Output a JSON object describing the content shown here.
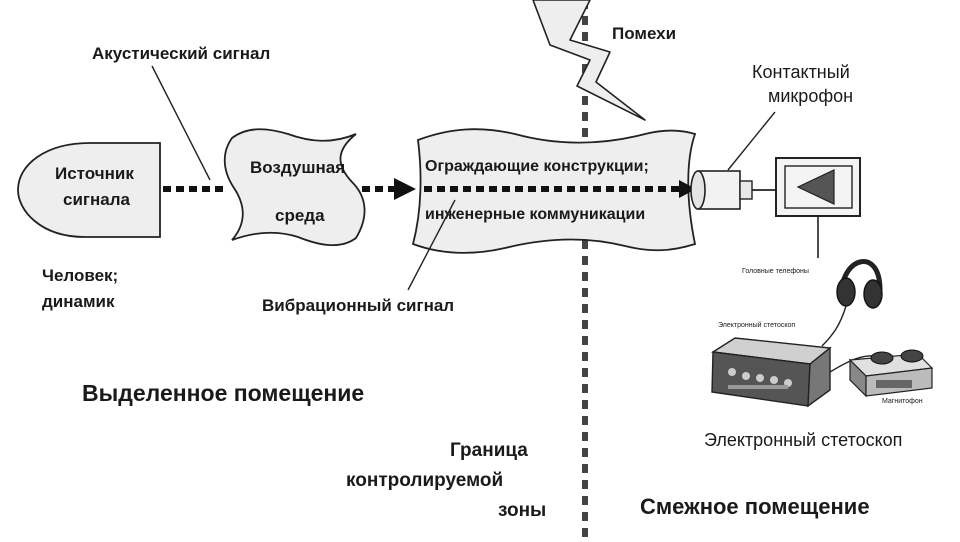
{
  "labels": {
    "acoustic_signal": "Акустический сигнал",
    "interference": "Помехи",
    "contact_mic_1": "Контактный",
    "contact_mic_2": "микрофон",
    "source_1": "Источник",
    "source_2": "сигнала",
    "air_1": "Воздушная",
    "air_2": "среда",
    "structures_1": "Ограждающие конструкции;",
    "structures_2": "инженерные коммуникации",
    "human_1": "Человек;",
    "human_2": "динамик",
    "vibration_signal": "Вибрационный сигнал",
    "headphones": "Головные телефоны",
    "stethoscope_unit": "Электронный стетоскоп",
    "recorder": "Магнитофон",
    "stethoscope_caption": "Электронный стетоскоп",
    "dedicated_room": "Выделенное помещение",
    "boundary_1": "Граница",
    "boundary_2": "контролируемой",
    "boundary_3": "зоны",
    "adjacent_room": "Смежное помещение"
  },
  "colors": {
    "shape_fill": "#eeeeee",
    "stroke": "#222222",
    "text": "#1a1a1a"
  }
}
